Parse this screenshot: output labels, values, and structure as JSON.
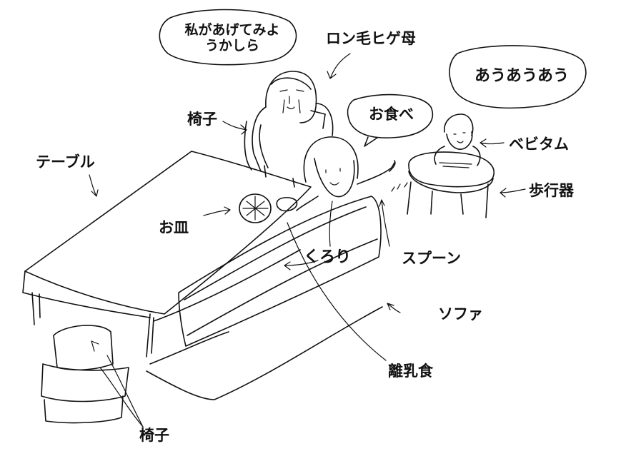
{
  "bubbles": {
    "mother": "私があげてみようかしら",
    "baby": "あうあうあう",
    "kurori": "お食べ"
  },
  "labels": {
    "mother": "ロン毛ヒゲ母",
    "chair_top": "椅子",
    "table": "テーブル",
    "baby": "ベビタム",
    "walker": "歩行器",
    "plate": "お皿",
    "kurori": "くろり",
    "spoon": "スプーン",
    "sofa": "ソファ",
    "baby_food": "離乳食",
    "chair_bottom": "椅子"
  }
}
